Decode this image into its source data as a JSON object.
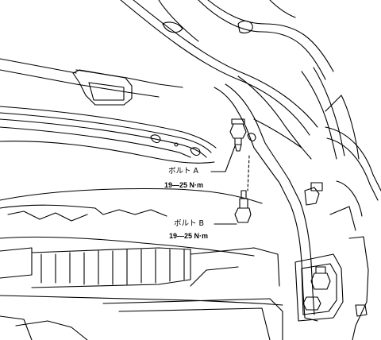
{
  "callouts": {
    "bolt_a": {
      "name": "ボルト A",
      "torque": "19—25 N·m"
    },
    "bolt_b": {
      "name": "ボルト B",
      "torque": "19—25 N·m"
    }
  },
  "colors": {
    "line": "#000000",
    "background": "#ffffff"
  }
}
